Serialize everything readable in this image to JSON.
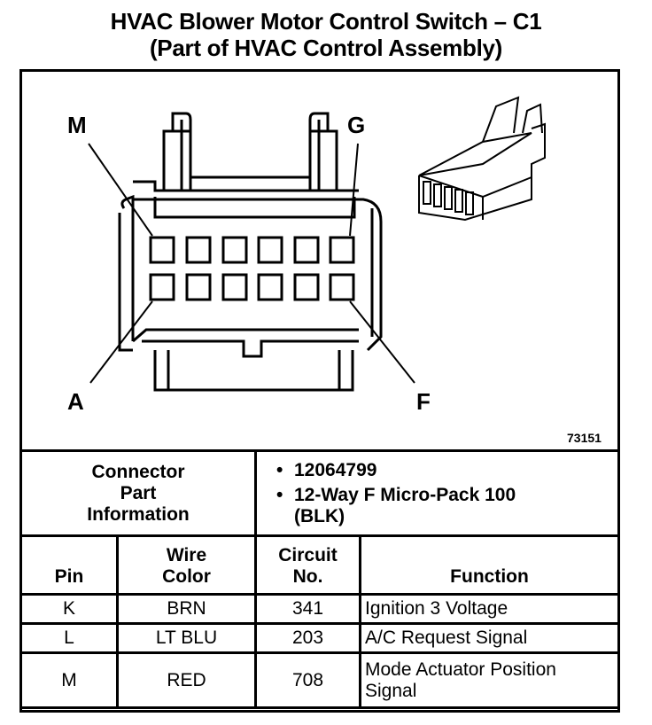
{
  "title": {
    "line1": "HVAC Blower Motor Control Switch – C1",
    "line2": "(Part of HVAC Control Assembly)"
  },
  "diagram": {
    "pin_labels": {
      "M": "M",
      "G": "G",
      "A": "A",
      "F": "F"
    },
    "figure_number": "73151"
  },
  "connector_info": {
    "label": "Connector Part Information",
    "items": [
      "12064799",
      "12-Way F Micro-Pack 100 (BLK)"
    ]
  },
  "table": {
    "headers": {
      "pin": "Pin",
      "wire_color": "Wire Color",
      "circuit": "Circuit No.",
      "function": "Function"
    },
    "rows": [
      {
        "pin": "K",
        "wire_color": "BRN",
        "circuit": "341",
        "function": "Ignition 3 Voltage"
      },
      {
        "pin": "L",
        "wire_color": "LT BLU",
        "circuit": "203",
        "function": "A/C Request Signal"
      },
      {
        "pin": "M",
        "wire_color": "RED",
        "circuit": "708",
        "function": "Mode Actuator Position Signal"
      }
    ]
  }
}
